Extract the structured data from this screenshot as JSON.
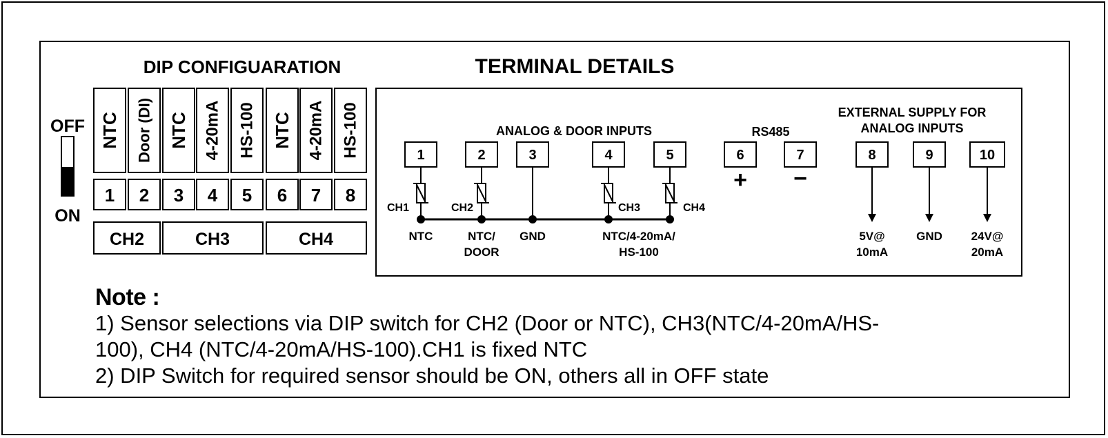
{
  "dip": {
    "title": "DIP CONFIGUARATION",
    "switch_off_label": "OFF",
    "switch_on_label": "ON",
    "sensor_labels": [
      "NTC",
      "Door (DI)",
      "NTC",
      "4-20mA",
      "HS-100",
      "NTC",
      "4-20mA",
      "HS-100"
    ],
    "switch_numbers": [
      "1",
      "2",
      "3",
      "4",
      "5",
      "6",
      "7",
      "8"
    ],
    "channel_groups": [
      "CH2",
      "CH3",
      "CH4"
    ]
  },
  "terminal": {
    "title": "TERMINAL DETAILS",
    "analog_group_label": "ANALOG & DOOR INPUTS",
    "rs485_label": "RS485",
    "external_supply_label": [
      "EXTERNAL SUPPLY FOR",
      "ANALOG INPUTS"
    ],
    "terminal_numbers": [
      "1",
      "2",
      "3",
      "4",
      "5",
      "6",
      "7",
      "8",
      "9",
      "10"
    ],
    "rs485_polarity": [
      "+",
      "−"
    ],
    "channel_tags": [
      "CH1",
      "CH2",
      "CH3",
      "CH4"
    ],
    "bottom_labels": {
      "t1": [
        "NTC"
      ],
      "t2": [
        "NTC/",
        "DOOR"
      ],
      "t3": [
        "GND"
      ],
      "t45": [
        "NTC/4-20mA/",
        "HS-100"
      ],
      "t8": [
        "5V@",
        "10mA"
      ],
      "t9": [
        "GND"
      ],
      "t10": [
        "24V@",
        "20mA"
      ]
    }
  },
  "note": {
    "heading": "Note :",
    "lines": [
      "1) Sensor selections via DIP switch for CH2 (Door or NTC), CH3(NTC/4-20mA/HS-",
      "100), CH4 (NTC/4-20mA/HS-100).CH1 is fixed NTC",
      "2) DIP Switch for required sensor should be ON, others all in OFF state"
    ]
  }
}
